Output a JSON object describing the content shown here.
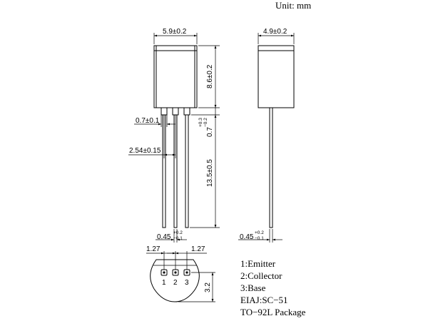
{
  "unit_label": "Unit: mm",
  "dimensions": {
    "body_width": "5.9±0.2",
    "body_height": "8.6±0.2",
    "lead_width": "0.7±0.1",
    "lead_shoulder_base": "0.7",
    "lead_shoulder_plus": "+0.3",
    "lead_shoulder_minus": "−0.2",
    "pitch": "2.54±0.15",
    "lead_length": "13.5±0.5",
    "lead_thickness_base": "0.45",
    "lead_thickness_plus": "+0.2",
    "lead_thickness_minus": "−0.1",
    "side_width": "4.9±0.2",
    "side_lead_base": "0.45",
    "side_lead_plus": "+0.2",
    "side_lead_minus": "−0.1",
    "bottom_pitch_left": "1.27",
    "bottom_pitch_right": "1.27",
    "bottom_depth": "3.2"
  },
  "pins": [
    "1",
    "2",
    "3"
  ],
  "legend": [
    "1:Emitter",
    "2:Collector",
    "3:Base",
    "EIAJ:SC−51",
    "TO−92L Package"
  ]
}
